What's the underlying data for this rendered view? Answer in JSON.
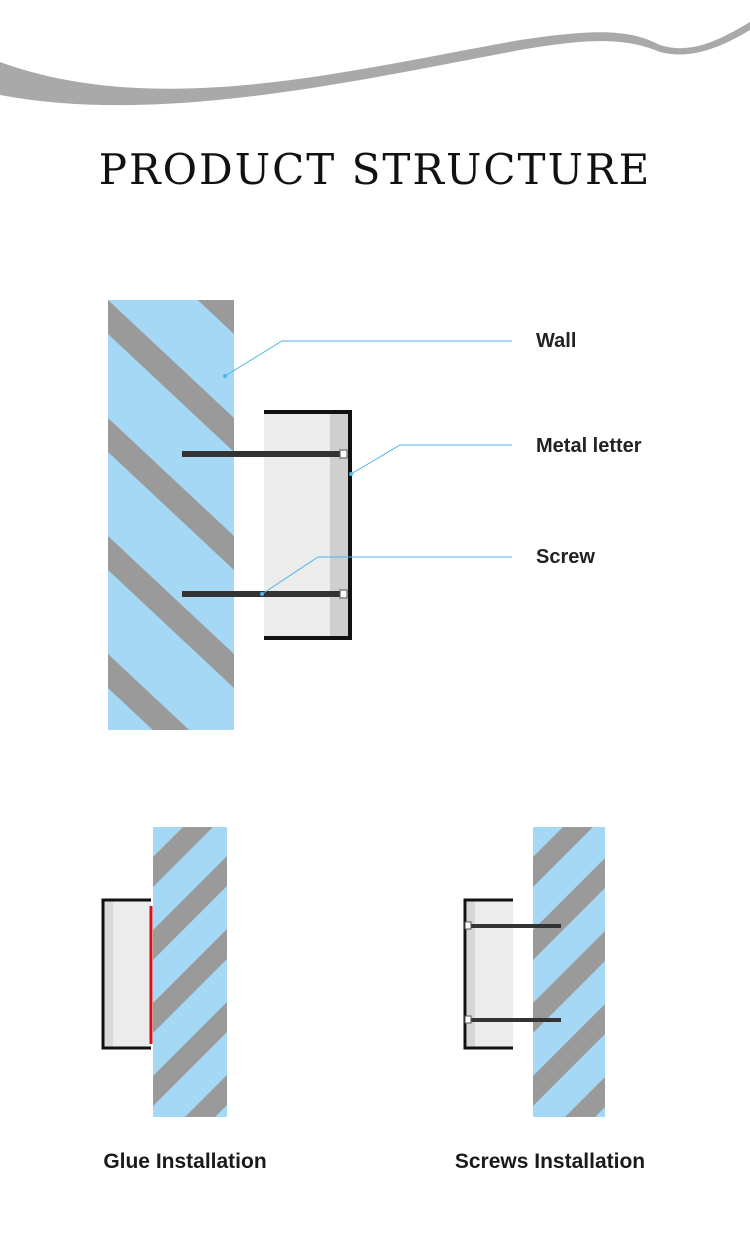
{
  "title": "PRODUCT STRUCTURE",
  "labels": {
    "wall": "Wall",
    "metal_letter": "Metal letter",
    "screw": "Screw"
  },
  "captions": {
    "glue": "Glue Installation",
    "screws": "Screws Installation"
  },
  "colors": {
    "wall_blue": "#a4d8f4",
    "wall_stripe": "#9a9a9a",
    "letter_fill": "#ececec",
    "letter_shade": "#cfcfcf",
    "leader_line": "#4fb3e6",
    "glue": "#d0141b",
    "wave": "#a9a9a9"
  }
}
